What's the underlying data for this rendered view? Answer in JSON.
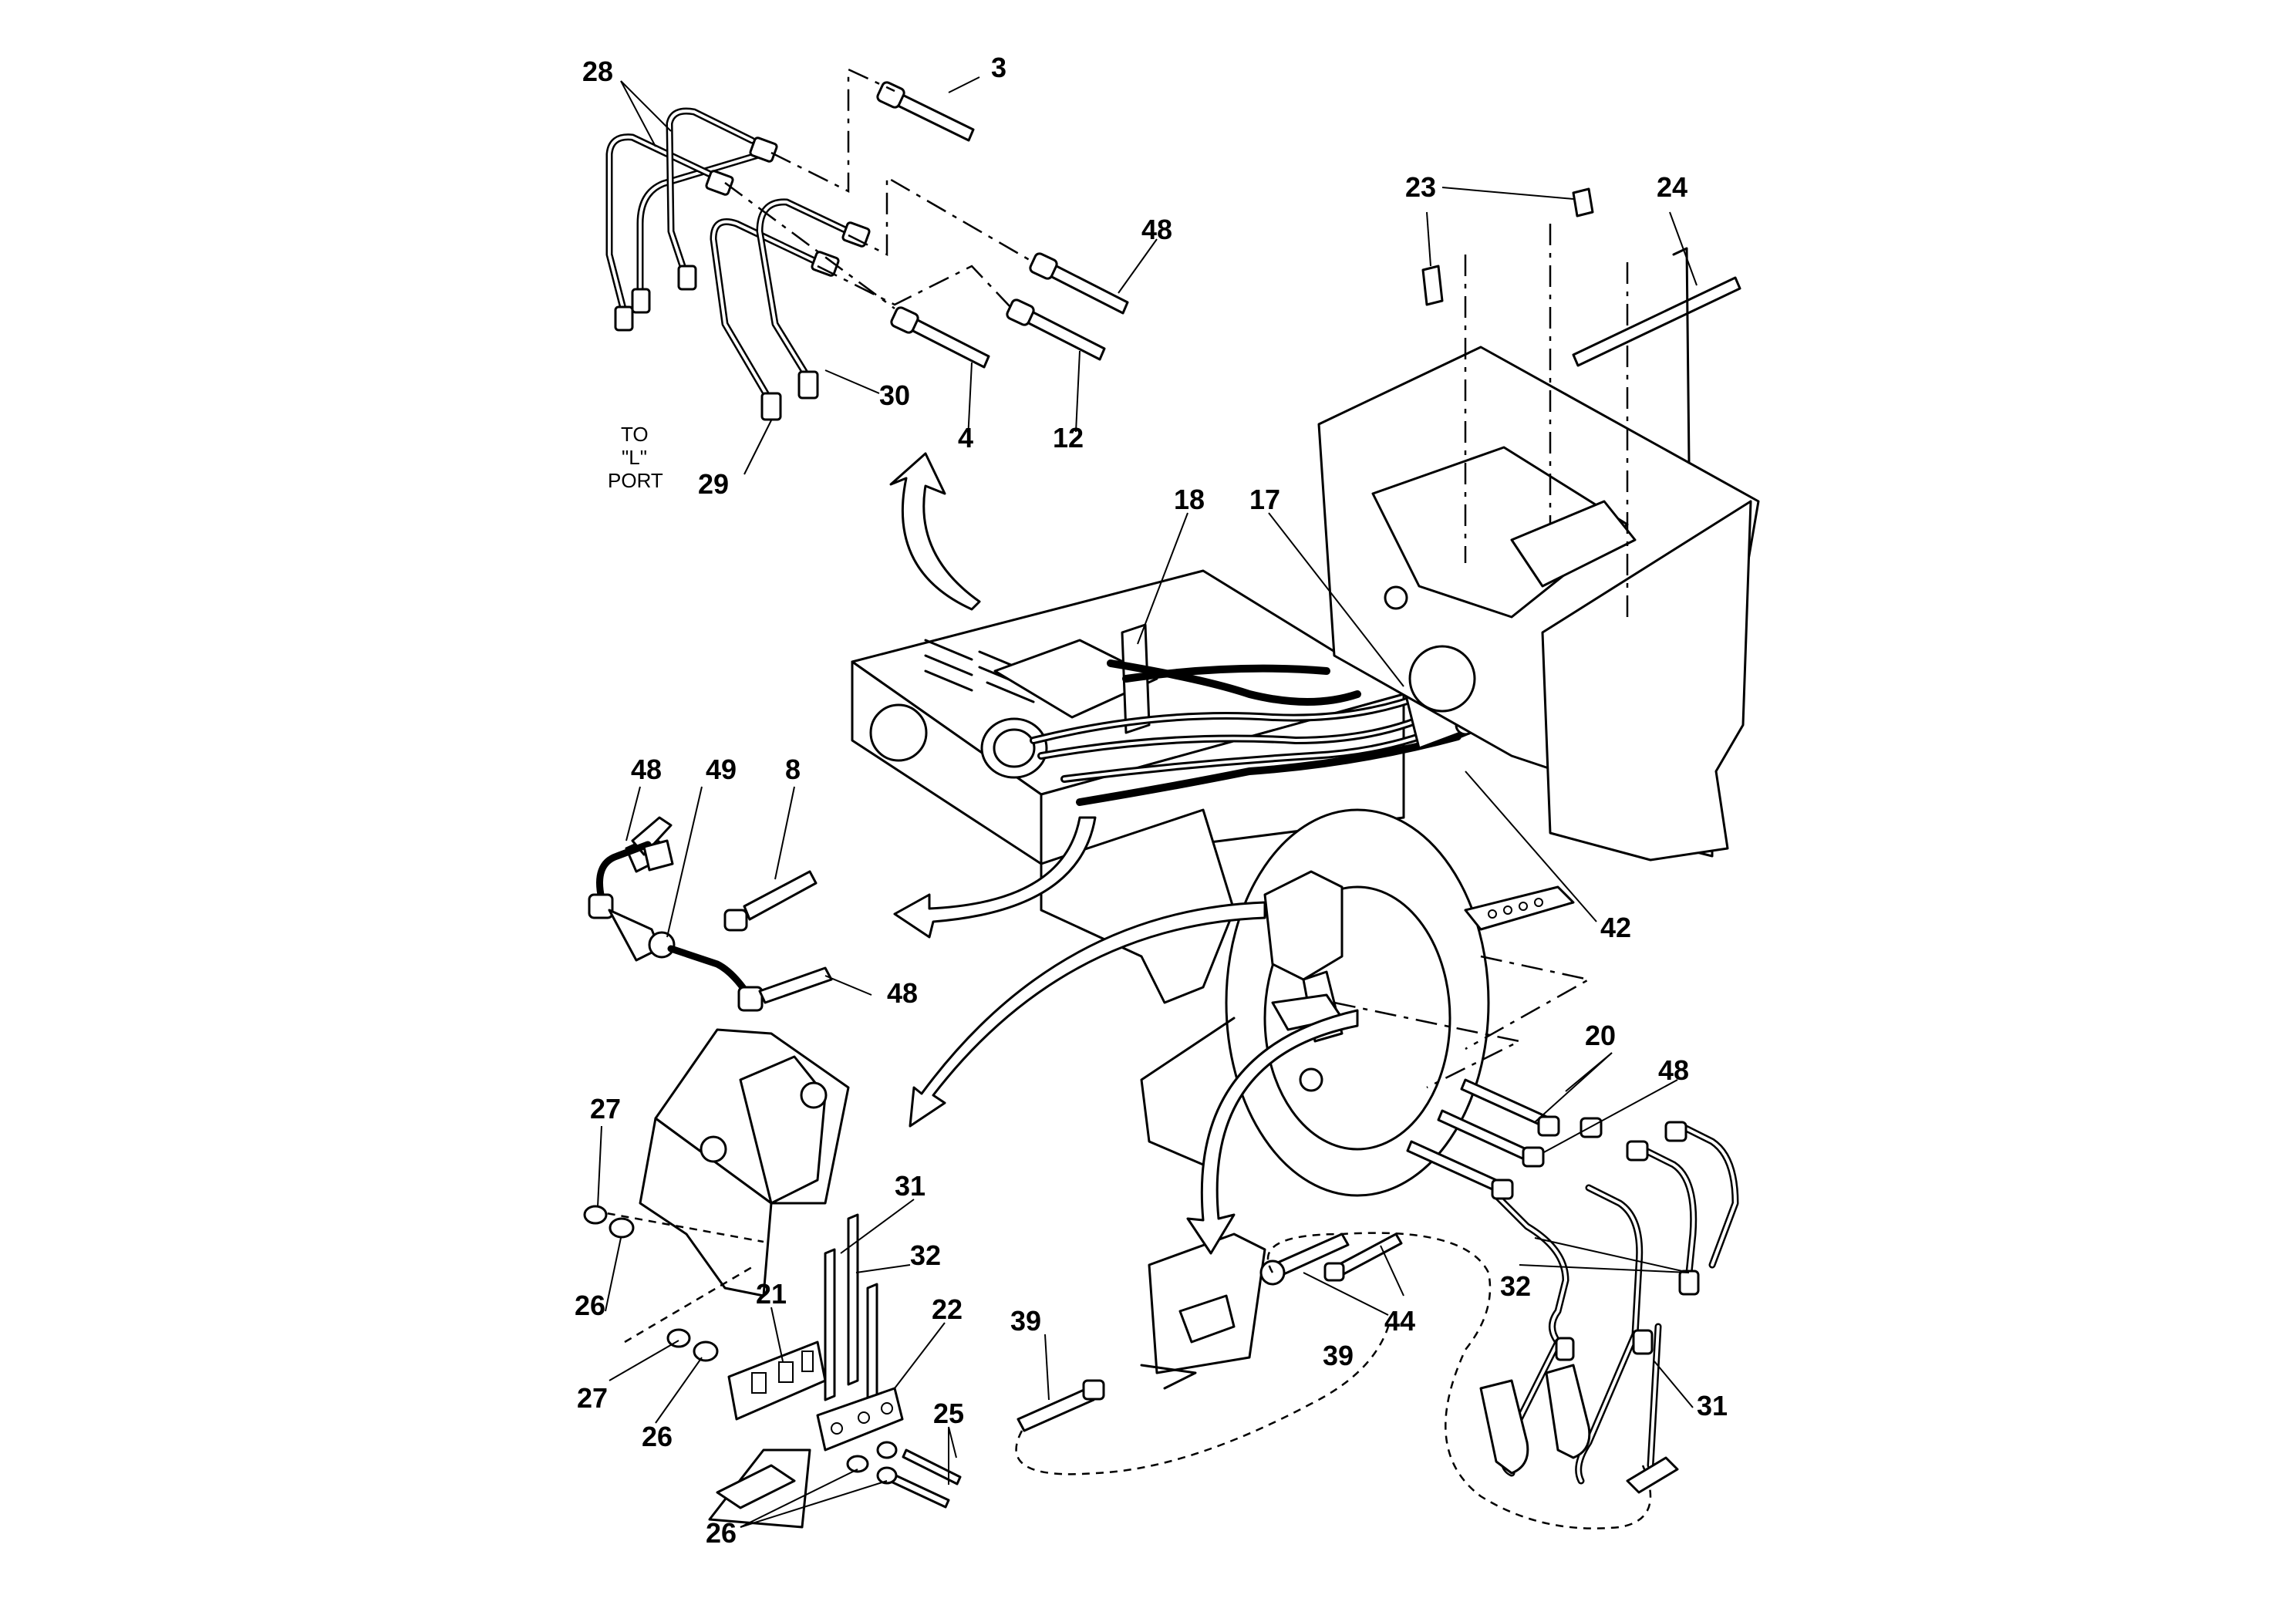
{
  "note": {
    "line1": "TO",
    "line2": "\"L\"",
    "line3": "PORT"
  },
  "callouts": {
    "c3": "3",
    "c4": "4",
    "c8": "8",
    "c12": "12",
    "c17": "17",
    "c18": "18",
    "c20": "20",
    "c21": "21",
    "c22": "22",
    "c23": "23",
    "c24": "24",
    "c25": "25",
    "c26a": "26",
    "c26b": "26",
    "c26c": "26",
    "c27a": "27",
    "c27b": "27",
    "c28": "28",
    "c29": "29",
    "c30": "30",
    "c31a": "31",
    "c31b": "31",
    "c32a": "32",
    "c32b": "32",
    "c39a": "39",
    "c39b": "39",
    "c42": "42",
    "c44": "44",
    "c48a": "48",
    "c48b": "48",
    "c48c": "48",
    "c48d": "48",
    "c49": "49"
  }
}
